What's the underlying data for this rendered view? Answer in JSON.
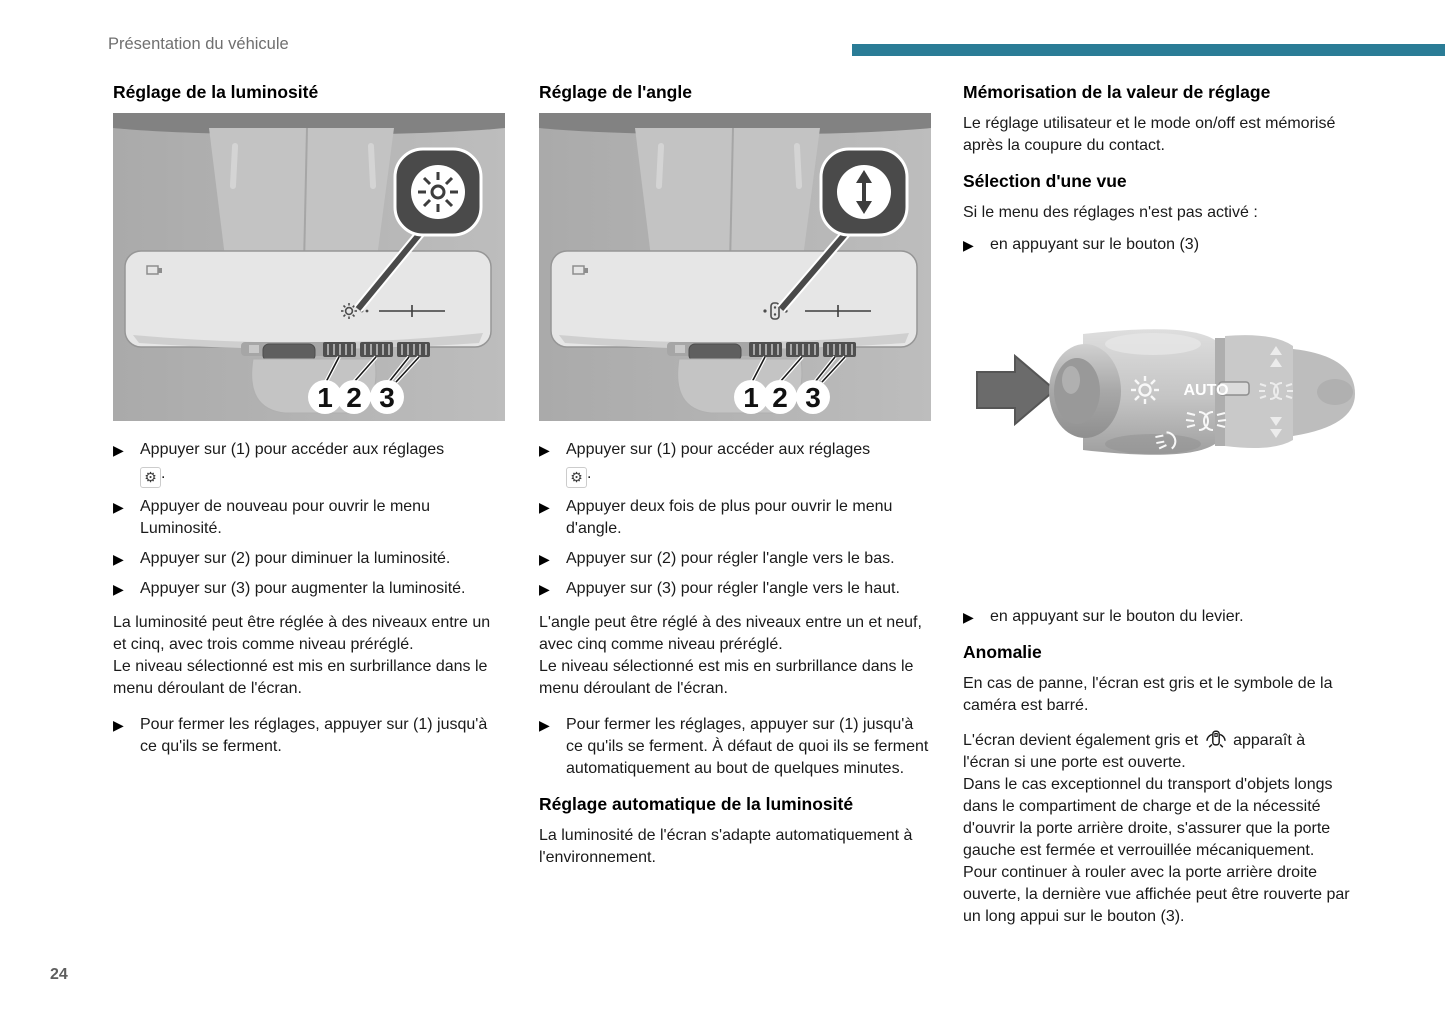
{
  "page": {
    "header": "Présentation du véhicule",
    "page_number": "24",
    "accent_color": "#2a7c96"
  },
  "icons": {
    "bullet": "▶",
    "gear": "⚙"
  },
  "figures": {
    "mirror_labels": [
      "1",
      "2",
      "3"
    ],
    "stalk": {
      "auto_label": "AUTO"
    }
  },
  "col1": {
    "title": "Réglage de la luminosité",
    "bullets": [
      {
        "pre": "Appuyer sur (1) pour accéder aux réglages",
        "post": "."
      },
      {
        "text": "Appuyer de nouveau pour ouvrir le menu Luminosité."
      },
      {
        "text": "Appuyer sur (2) pour diminuer la luminosité."
      },
      {
        "text": "Appuyer sur (3) pour augmenter la luminosité."
      }
    ],
    "paragraphs": [
      "La luminosité peut être réglée à des niveaux entre un et cinq, avec trois comme niveau préréglé.",
      "Le niveau sélectionné est mis en surbrillance dans le menu déroulant de l'écran."
    ],
    "close_bullet": "Pour fermer les réglages, appuyer sur (1) jusqu'à ce qu'ils se ferment."
  },
  "col2": {
    "title": "Réglage de l'angle",
    "bullets": [
      {
        "pre": "Appuyer sur (1) pour accéder aux réglages",
        "post": "."
      },
      {
        "text": "Appuyer deux fois de plus pour ouvrir le menu d'angle."
      },
      {
        "text": "Appuyer sur (2) pour régler l'angle vers le bas."
      },
      {
        "text": "Appuyer sur (3) pour régler l'angle vers le haut."
      }
    ],
    "paragraphs": [
      "L'angle peut être réglé à des niveaux entre un et neuf, avec cinq comme niveau préréglé.",
      "Le niveau sélectionné est mis en surbrillance dans le menu déroulant de l'écran."
    ],
    "close_bullet": "Pour fermer les réglages, appuyer sur (1) jusqu'à ce qu'ils se ferment. À défaut de quoi ils se ferment automatiquement au bout de quelques minutes.",
    "auto_title": "Réglage automatique de la luminosité",
    "auto_text": "La luminosité de l'écran s'adapte automatiquement à l'environnement."
  },
  "col3": {
    "title1": "Mémorisation de la valeur de réglage",
    "para1": "Le réglage utilisateur et le mode on/off est mémorisé après la coupure du contact.",
    "title2": "Sélection d'une vue",
    "para2": "Si le menu des réglages n'est pas activé :",
    "bullet1": "en appuyant sur le bouton (3)",
    "bullet2": "en appuyant sur le bouton du levier.",
    "title3": "Anomalie",
    "para3": "En cas de panne, l'écran est gris et le symbole de la caméra est barré.",
    "para4_pre": "L'écran devient également gris et",
    "para4_post": "apparaît à l'écran si une porte est ouverte.",
    "para5": "Dans le cas exceptionnel du transport d'objets longs dans le compartiment de charge et de la nécessité d'ouvrir la porte arrière droite, s'assurer que la porte gauche est fermée et verrouillée mécaniquement.",
    "para6": "Pour continuer à rouler avec la porte arrière droite ouverte, la dernière vue affichée peut être rouverte par un long appui sur le bouton (3)."
  }
}
